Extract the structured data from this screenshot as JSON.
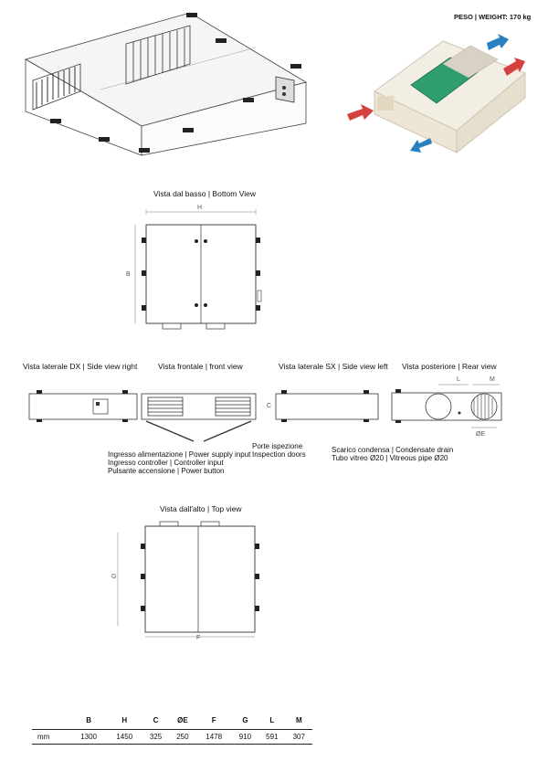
{
  "weight": "PESO | WEIGHT: 170 kg",
  "views": {
    "bottom": "Vista dal basso | Bottom View",
    "side_right": "Vista laterale DX | Side view right",
    "front": "Vista frontale | front view",
    "side_left": "Vista laterale SX | Side view left",
    "rear": "Vista posteriore | Rear view",
    "top": "Vista dall'alto | Top view"
  },
  "labels": {
    "H": "H",
    "B": "B",
    "C": "C",
    "L": "L",
    "M": "M",
    "OE": "ØE",
    "G": "G",
    "F": "F"
  },
  "notes": {
    "power_supply": "Ingresso alimentazione | Power supply input",
    "controller": "Ingresso controller | Controller input",
    "power_button": "Pulsante accensione | Power button",
    "doors_it": "Porte ispezione",
    "doors_en": "Inspection doors",
    "drain": "Scarico condensa | Condensate drain",
    "pipe": "Tubo vitreo Ø20 | Vitreous pipe Ø20"
  },
  "table": {
    "headers": [
      "",
      "B",
      "H",
      "C",
      "ØE",
      "F",
      "G",
      "L",
      "M"
    ],
    "row": [
      "mm",
      "1300",
      "1450",
      "325",
      "250",
      "1478",
      "910",
      "591",
      "307"
    ]
  }
}
